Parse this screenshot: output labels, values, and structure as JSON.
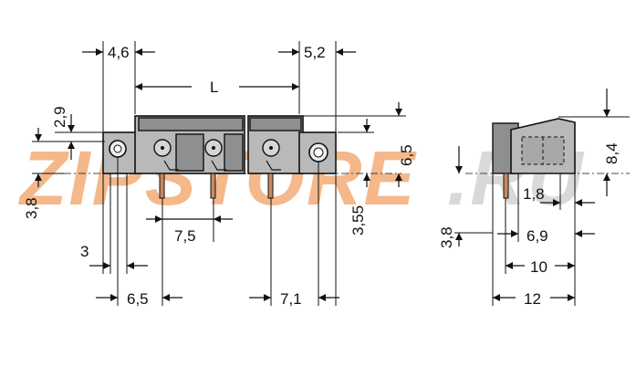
{
  "colors": {
    "body_fill": "#b9b9b9",
    "dark_fill": "#8f8f8f",
    "pin_fill": "#c98a5e",
    "line": "#111111",
    "watermark_main": "#f4b88a",
    "watermark_accent": "#d9d9d9"
  },
  "watermark": {
    "main": "ZIPSTORE",
    "suffix": ".RU"
  },
  "dimensions": {
    "d_4_6": "4,6",
    "d_5_2": "5,2",
    "d_L": "L",
    "d_2_9": "2,9",
    "d_3_8_left": "3,8",
    "d_6_5_right": "6,5",
    "d_3_55": "3,55",
    "d_7_5": "7,5",
    "d_3": "3",
    "d_6_5_bottom": "6,5",
    "d_7_1": "7,1",
    "d_8_4": "8,4",
    "d_1_8": "1,8",
    "d_3_8_side": "3,8",
    "d_6_9": "6,9",
    "d_10": "10",
    "d_12": "12"
  }
}
